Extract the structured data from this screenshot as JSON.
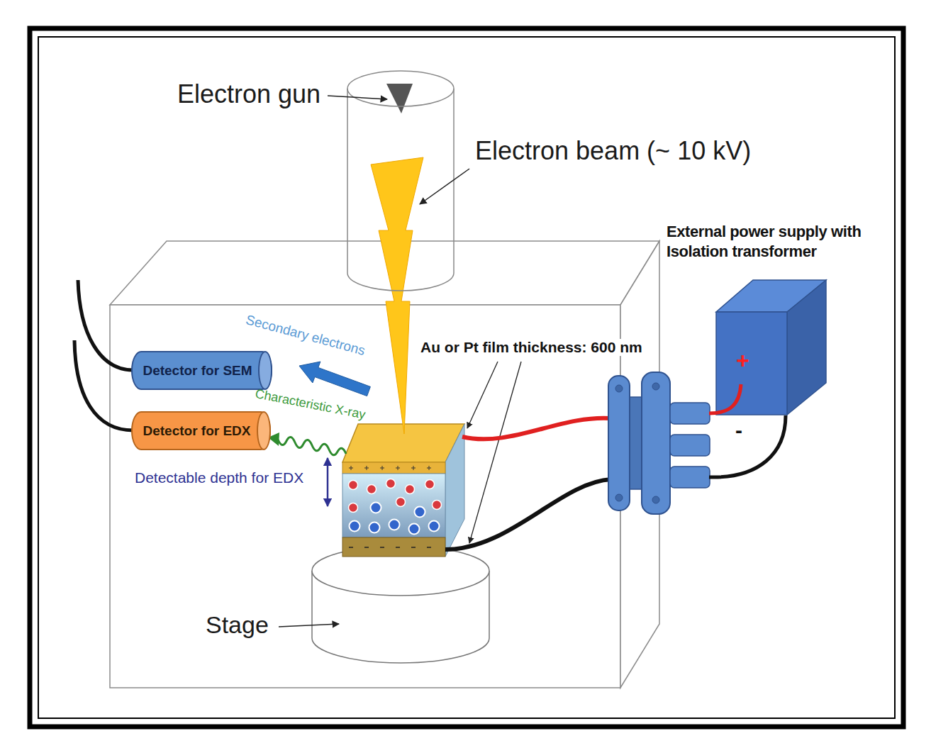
{
  "diagram": {
    "nodes": [
      {
        "text": [
          "Detector for SEM"
        ]
      },
      {
        "text": [
          "Detector for EDX"
        ]
      },
      {
        "text": [
          "External power supply with Isolation transformer",
          "+"
        ]
      }
    ],
    "labels": [
      "Electron gun",
      "Electron beam (~ 10 kV)",
      "Secondary electrons",
      "Characteristic X-ray",
      "Au or Pt film thickness: 600 nm",
      "Detectable depth for EDX",
      "Stage",
      "-"
    ]
  }
}
